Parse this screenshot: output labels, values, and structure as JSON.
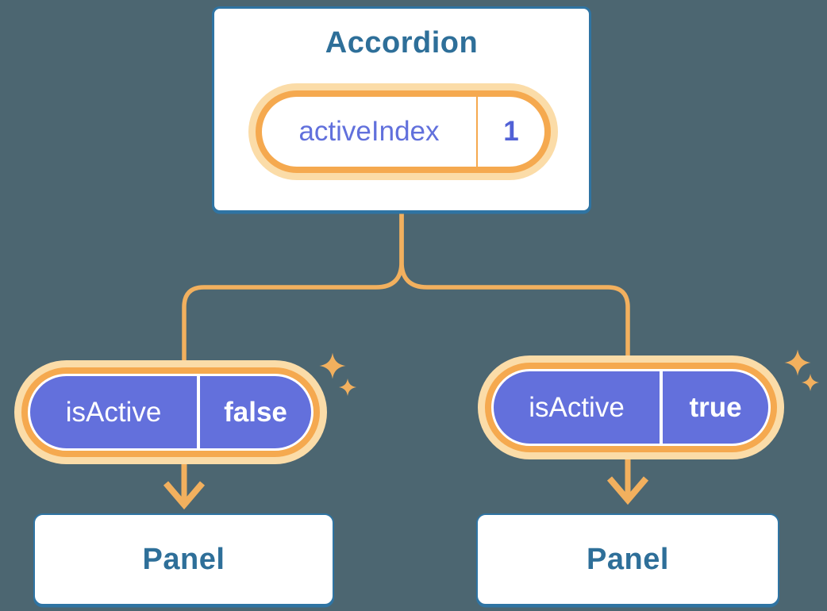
{
  "accordion": {
    "title": "Accordion",
    "state": {
      "label": "activeIndex",
      "value": "1"
    }
  },
  "panels": {
    "left": {
      "prop": {
        "label": "isActive",
        "value": "false"
      },
      "title": "Panel"
    },
    "right": {
      "prop": {
        "label": "isActive",
        "value": "true"
      },
      "title": "Panel"
    }
  },
  "icons": {
    "sparkle": "four-point-sparkle",
    "arrow": "arrow-down"
  },
  "colors": {
    "background": "#4C6671",
    "card_bg": "#FFFFFF",
    "card_border": "#2F74A3",
    "heading_text": "#2E6F99",
    "pill_glow": "#FBDCA8",
    "pill_ring": "#F5A94F",
    "connector": "#F2B05E",
    "state_text": "#6170DC",
    "state_value_text": "#5161D6",
    "prop_bg": "#6370DC",
    "prop_text": "#FFFFFF"
  }
}
